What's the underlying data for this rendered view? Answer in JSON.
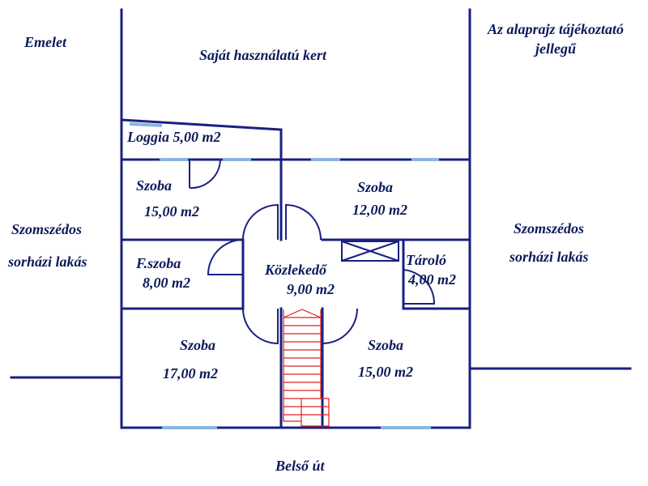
{
  "labels": {
    "floor": "Emelet",
    "garden": "Saját használatú kert",
    "note_line1": "Az alaprajz tájékoztató",
    "note_line2": "jellegű",
    "neighbor_left_1": "Szomszédos",
    "neighbor_left_2": "sorházi lakás",
    "neighbor_right_1": "Szomszédos",
    "neighbor_right_2": "sorházi lakás",
    "road": "Belső út"
  },
  "rooms": {
    "loggia": "Loggia 5,00 m2",
    "room_nw_name": "Szoba",
    "room_nw_area": "15,00 m2",
    "room_ne_name": "Szoba",
    "room_ne_area": "12,00 m2",
    "halfroom_name": "F.szoba",
    "halfroom_area": "8,00 m2",
    "hall_name": "Közlekedő",
    "hall_area": "9,00 m2",
    "storage_name": "Tároló",
    "storage_area": "4,00 m2",
    "room_sw_name": "Szoba",
    "room_sw_area": "17,00 m2",
    "room_se_name": "Szoba",
    "room_se_area": "15,00 m2"
  },
  "colors": {
    "wall": "#1a2080",
    "window": "#8ab6e0",
    "stairs": "#e02020",
    "text": "#0b1a5a"
  }
}
